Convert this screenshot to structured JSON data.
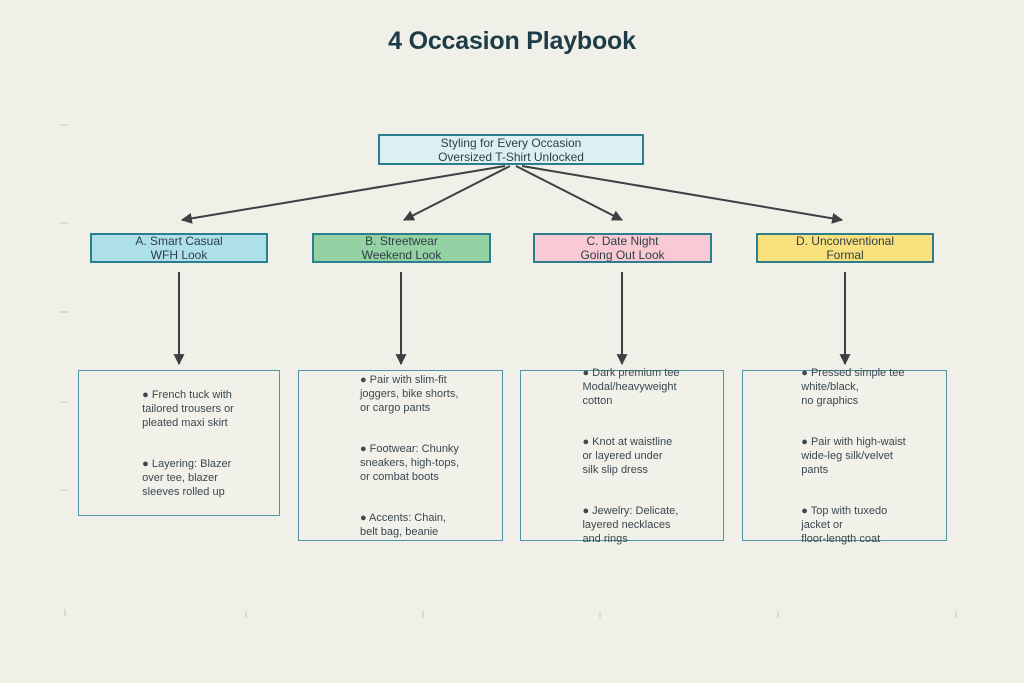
{
  "title": "4 Occasion Playbook",
  "root": {
    "line1": "Styling for Every Occasion",
    "line2": "Oversized T-Shirt Unlocked"
  },
  "categories": [
    {
      "label_line1": "A. Smart Casual",
      "label_line2": "WFH Look",
      "fill": "#aee0ea",
      "bullets": [
        "● French tuck with\ntailored trousers or\npleated maxi skirt",
        "● Layering: Blazer\nover tee, blazer\nsleeves rolled up"
      ]
    },
    {
      "label_line1": "B. Streetwear",
      "label_line2": "Weekend Look",
      "fill": "#95d2a3",
      "bullets": [
        "● Pair with slim-fit\njoggers, bike shorts,\nor cargo pants",
        "● Footwear: Chunky\nsneakers, high-tops,\nor combat boots",
        "● Accents: Chain,\nbelt bag, beanie"
      ]
    },
    {
      "label_line1": "C. Date Night",
      "label_line2": "Going Out Look",
      "fill": "#f9cad4",
      "bullets": [
        "● Dark premium tee\nModal/heavyweight\ncotton",
        "● Knot at waistline\nor layered under\nsilk slip dress",
        "● Jewelry: Delicate,\nlayered necklaces\nand rings"
      ]
    },
    {
      "label_line1": "D. Unconventional",
      "label_line2": "Formal",
      "fill": "#f9e17e",
      "bullets": [
        "● Pressed simple tee\nwhite/black,\nno graphics",
        "● Pair with high-waist\nwide-leg silk/velvet\npants",
        "● Top with tuxedo\njacket or\nfloor-length coat"
      ]
    }
  ],
  "colors": {
    "background": "#f0efe8",
    "node_border": "#2b7e8e",
    "root_fill": "#ddeff3",
    "detail_border": "#4f95a3",
    "arrow": "#3d4043",
    "title_text": "#1d3c47",
    "body_text": "#3a4850"
  }
}
